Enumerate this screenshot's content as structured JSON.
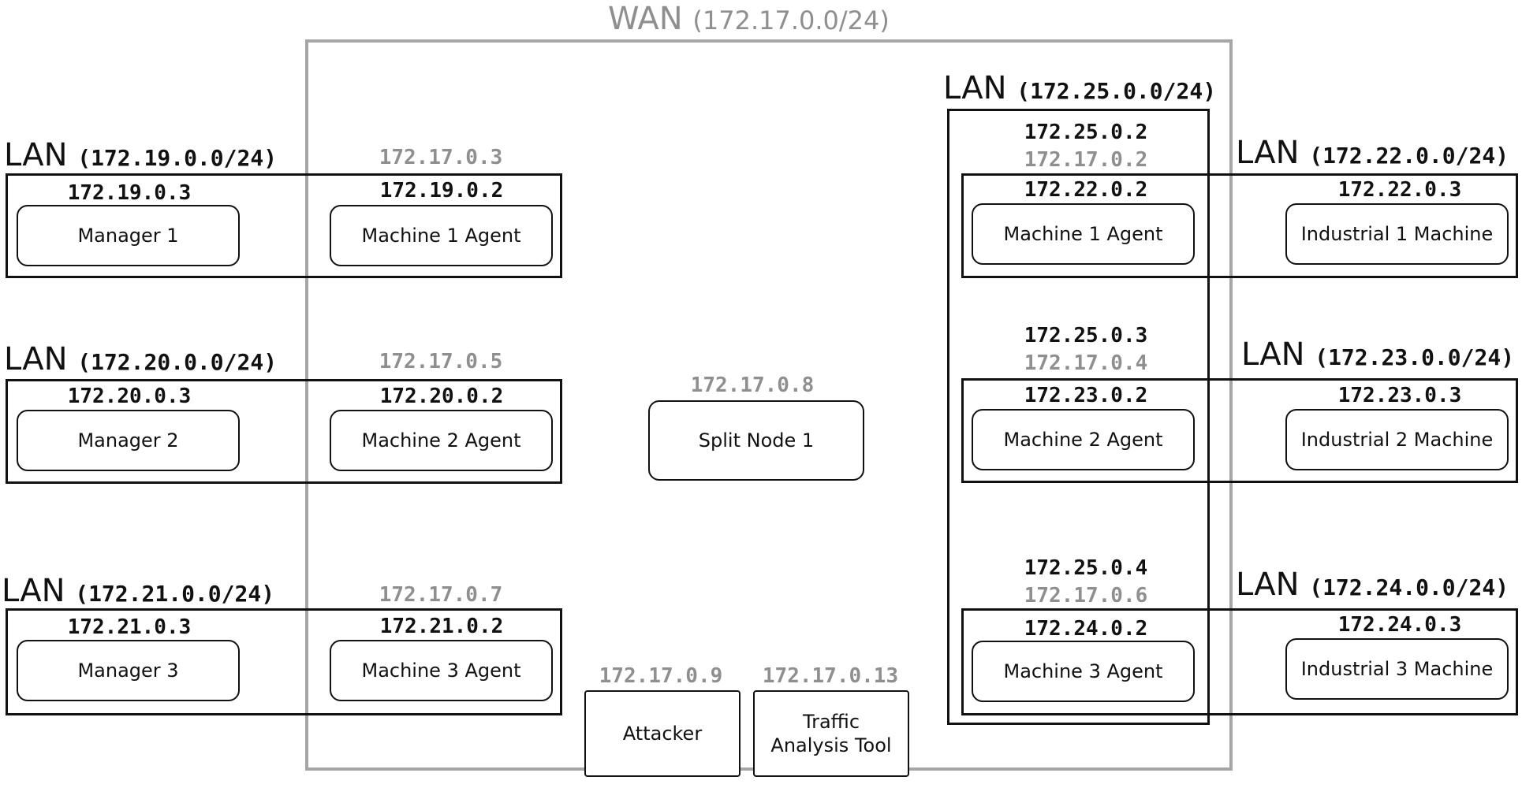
{
  "wan": {
    "label": "WAN",
    "cidr": "(172.17.0.0/24)"
  },
  "left_lans": [
    {
      "label": "LAN",
      "cidr": "(172.19.0.0/24)",
      "manager_ip": "172.19.0.3",
      "manager": "Manager 1",
      "agent_wan_ip": "172.17.0.3",
      "agent_lan_ip": "172.19.0.2",
      "agent": "Machine 1 Agent"
    },
    {
      "label": "LAN",
      "cidr": "(172.20.0.0/24)",
      "manager_ip": "172.20.0.3",
      "manager": "Manager 2",
      "agent_wan_ip": "172.17.0.5",
      "agent_lan_ip": "172.20.0.2",
      "agent": "Machine 2 Agent"
    },
    {
      "label": "LAN",
      "cidr": "(172.21.0.0/24)",
      "manager_ip": "172.21.0.3",
      "manager": "Manager 3",
      "agent_wan_ip": "172.17.0.7",
      "agent_lan_ip": "172.21.0.2",
      "agent": "Machine 3 Agent"
    }
  ],
  "split_node": {
    "ip": "172.17.0.8",
    "name": "Split Node 1"
  },
  "attacker": {
    "ip": "172.17.0.9",
    "name": "Attacker"
  },
  "traffic_tool": {
    "ip": "172.17.0.13",
    "name_line1": "Traffic",
    "name_line2": "Analysis Tool"
  },
  "right_big_lan": {
    "label": "LAN",
    "cidr": "(172.25.0.0/24)"
  },
  "right_lans": [
    {
      "label": "LAN",
      "cidr": "(172.22.0.0/24)",
      "agent_mid_ip": "172.25.0.2",
      "agent_wan_ip": "172.17.0.2",
      "agent_lan_ip": "172.22.0.2",
      "agent": "Machine 1 Agent",
      "machine_ip": "172.22.0.3",
      "machine": "Industrial 1 Machine"
    },
    {
      "label": "LAN",
      "cidr": "(172.23.0.0/24)",
      "agent_mid_ip": "172.25.0.3",
      "agent_wan_ip": "172.17.0.4",
      "agent_lan_ip": "172.23.0.2",
      "agent": "Machine 2 Agent",
      "machine_ip": "172.23.0.3",
      "machine": "Industrial 2 Machine"
    },
    {
      "label": "LAN",
      "cidr": "(172.24.0.0/24)",
      "agent_mid_ip": "172.25.0.4",
      "agent_wan_ip": "172.17.0.6",
      "agent_lan_ip": "172.24.0.2",
      "agent": "Machine 3 Agent",
      "machine_ip": "172.24.0.3",
      "machine": "Industrial 3 Machine"
    }
  ]
}
